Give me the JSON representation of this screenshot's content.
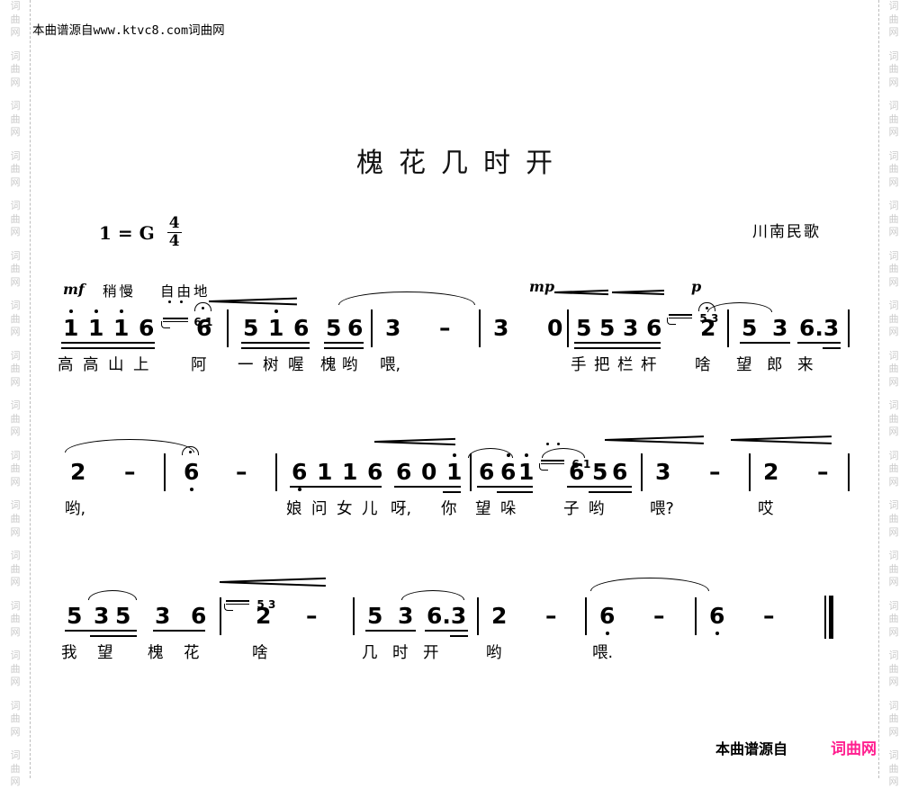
{
  "page": {
    "header_credit_prefix": "本曲谱源自",
    "header_credit_url": "www.ktvc8.com",
    "header_credit_suffix": "词曲网",
    "watermark_chars": [
      "词",
      "曲",
      "网"
    ],
    "title": "槐花几时开",
    "key_label": "1 = G",
    "time_numerator": "4",
    "time_denominator": "4",
    "composer": "川南民歌",
    "footer_prefix": "本曲谱源自",
    "footer_brand": "词曲网",
    "brand_color": "#ff1f8f"
  },
  "expressions": {
    "mf": "mf",
    "mp": "mp",
    "p": "p",
    "tempo_slow": "稍慢",
    "tempo_free": "自由地"
  },
  "lines": [
    {
      "id": "line-1",
      "notes": [
        {
          "t": "1",
          "oct": "up"
        },
        {
          "t": "1",
          "oct": "up"
        },
        {
          "t": "1",
          "oct": "up"
        },
        {
          "t": "6"
        },
        {
          "t": "6",
          "fermata": true
        },
        {
          "t": "5"
        },
        {
          "t": "1",
          "oct": "up"
        },
        {
          "t": "6"
        },
        {
          "t": "5"
        },
        {
          "t": "6"
        },
        {
          "t": "3"
        },
        {
          "t": "-"
        },
        {
          "t": "3"
        },
        {
          "t": "0"
        },
        {
          "t": "5"
        },
        {
          "t": "5"
        },
        {
          "t": "3"
        },
        {
          "t": "6"
        },
        {
          "t": "2"
        },
        {
          "t": "5"
        },
        {
          "t": "3"
        },
        {
          "t": "6.3"
        }
      ],
      "grace": [
        "6 1",
        "5 3"
      ],
      "lyrics": [
        "高",
        "高",
        "山",
        "上",
        "阿",
        "一",
        "树",
        "喔",
        "槐",
        "哟",
        "喂,",
        "手",
        "把",
        "栏",
        "杆",
        "啥",
        "望",
        "郎",
        "来"
      ]
    },
    {
      "id": "line-2",
      "notes": [
        {
          "t": "2"
        },
        {
          "t": "-"
        },
        {
          "t": "6",
          "oct": "dn",
          "fermata": true
        },
        {
          "t": "-"
        },
        {
          "t": "6",
          "oct": "dn"
        },
        {
          "t": "1"
        },
        {
          "t": "1"
        },
        {
          "t": "6"
        },
        {
          "t": "6"
        },
        {
          "t": "0"
        },
        {
          "t": "1",
          "oct": "up"
        },
        {
          "t": "6"
        },
        {
          "t": "6"
        },
        {
          "t": "1",
          "oct": "up"
        },
        {
          "t": "6"
        },
        {
          "t": "5"
        },
        {
          "t": "6"
        },
        {
          "t": "3"
        },
        {
          "t": "-"
        },
        {
          "t": "2"
        },
        {
          "t": "-"
        }
      ],
      "grace": [
        "6 1"
      ],
      "lyrics": [
        "哟,",
        "娘",
        "问",
        "女",
        "儿",
        "呀,",
        "你",
        "望",
        "哚",
        "子",
        "哟",
        "喂?",
        "哎"
      ]
    },
    {
      "id": "line-3",
      "notes": [
        {
          "t": "5"
        },
        {
          "t": "3"
        },
        {
          "t": "5"
        },
        {
          "t": "3"
        },
        {
          "t": "6"
        },
        {
          "t": "2"
        },
        {
          "t": "-"
        },
        {
          "t": "5"
        },
        {
          "t": "3"
        },
        {
          "t": "6.3"
        },
        {
          "t": "2"
        },
        {
          "t": "-"
        },
        {
          "t": "6",
          "oct": "dn"
        },
        {
          "t": "-"
        },
        {
          "t": "6",
          "oct": "dn"
        },
        {
          "t": "-"
        }
      ],
      "grace": [
        "5 3"
      ],
      "lyrics": [
        "我",
        "望",
        "槐",
        "花",
        "啥",
        "几",
        "时",
        "开",
        "哟",
        "喂."
      ]
    }
  ]
}
